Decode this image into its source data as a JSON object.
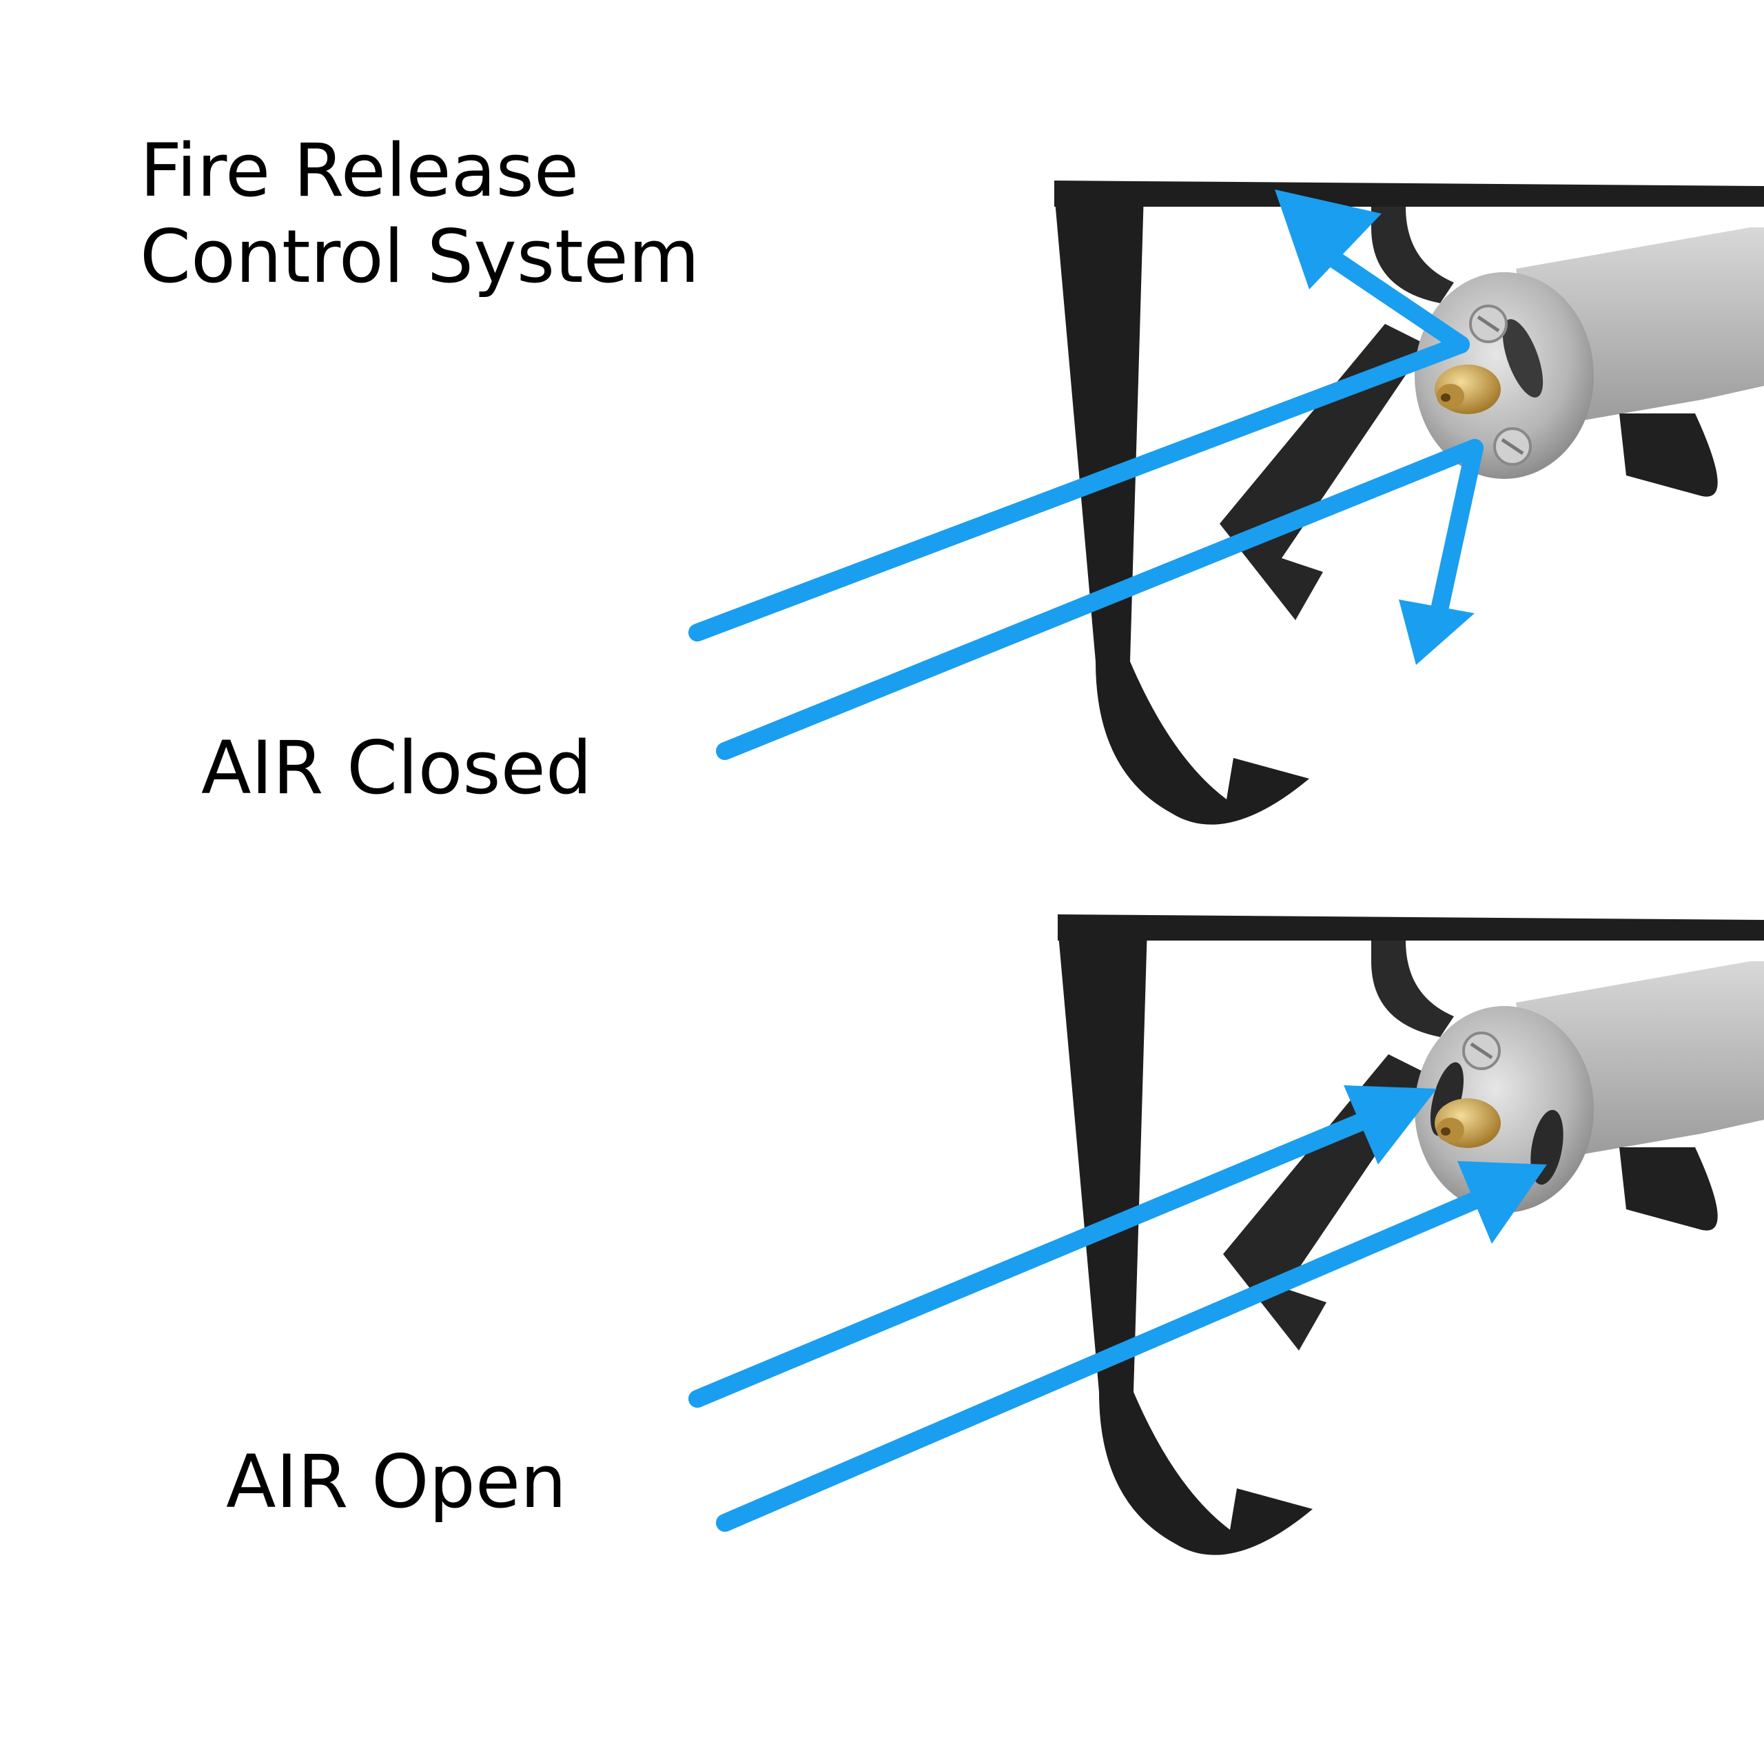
{
  "title": {
    "line1": "Fire Release",
    "line2": "Control System"
  },
  "panels": [
    {
      "label": "AIR Closed",
      "state": "closed"
    },
    {
      "label": "AIR Open",
      "state": "open"
    }
  ],
  "colors": {
    "arrow": "#1a9ef0",
    "frame": "#1e1e1e",
    "burner": "#bdbdbd",
    "nozzle": "#c9a24a"
  }
}
